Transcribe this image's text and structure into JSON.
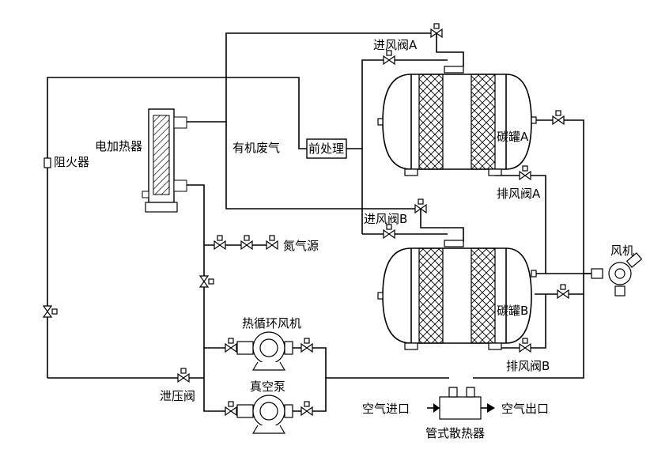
{
  "labels": {
    "intake_valve_a": "进风阀A",
    "intake_valve_b": "进风阀B",
    "exhaust_valve_a": "排风阀A",
    "exhaust_valve_b": "排风阀B",
    "carbon_tank_a": "碳罐A",
    "carbon_tank_b": "碳罐B",
    "electric_heater": "电加热器",
    "organic_waste_gas": "有机废气",
    "pretreatment": "前处理",
    "flame_arrester": "阻火器",
    "nitrogen_source": "氮气源",
    "hot_circ_fan": "热循环风机",
    "vacuum_pump": "真空泵",
    "pressure_relief_valve": "泄压阀",
    "air_inlet": "空气进口",
    "air_outlet": "空气出口",
    "tube_radiator": "管式散热器",
    "fan": "风机"
  },
  "colors": {
    "line": "#000000",
    "background": "#ffffff"
  }
}
